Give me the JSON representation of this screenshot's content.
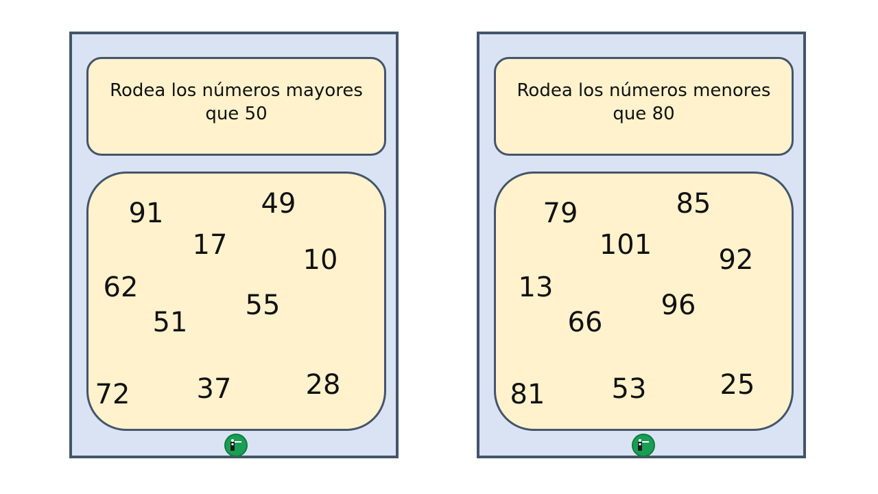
{
  "cards": [
    {
      "id": "left",
      "instruction": "Rodea los números mayores que 50",
      "numbers": [
        "91",
        "49",
        "17",
        "10",
        "62",
        "55",
        "51",
        "72",
        "37",
        "28"
      ]
    },
    {
      "id": "right",
      "instruction": "Rodea los números menores que 80",
      "numbers": [
        "79",
        "85",
        "101",
        "92",
        "13",
        "96",
        "66",
        "81",
        "53",
        "25"
      ]
    }
  ],
  "logo_icon": "green-circle-logo-icon",
  "colors": {
    "card_background": "#dae3f3",
    "card_border": "#44546a",
    "panel_background": "#fff2cc",
    "logo_green": "#1a9e55"
  }
}
